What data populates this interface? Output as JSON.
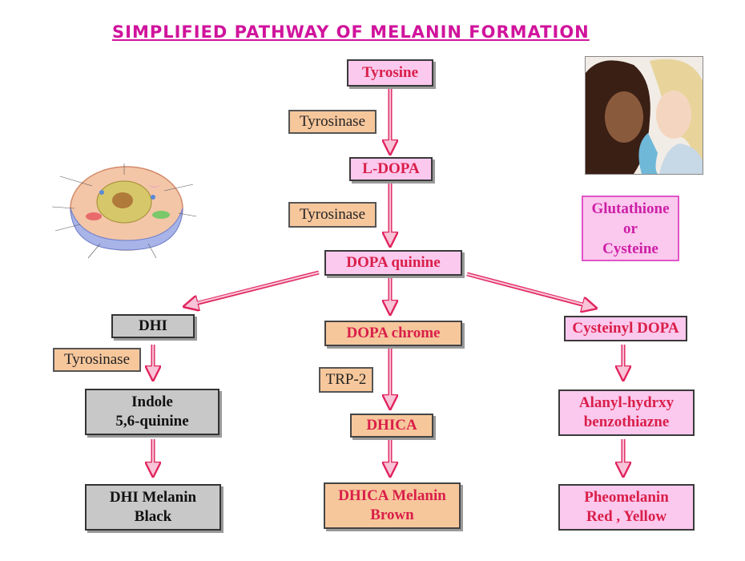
{
  "title": "SIMPLIFIED PATHWAY OF MELANIN FORMATION",
  "nodes": {
    "tyrosine": "Tyrosine",
    "ldopa": "L-DOPA",
    "dopa_quinine": "DOPA quinine",
    "dhi": "DHI",
    "indole": "Indole\n5,6-quinine",
    "dhi_melanin": "DHI Melanin\nBlack",
    "dopa_chrome": "DOPA chrome",
    "dhica": "DHICA",
    "dhica_melanin": "DHICA Melanin\nBrown",
    "cysteinyl_dopa": "Cysteinyl DOPA",
    "alanyl": "Alanyl-hydrxy\nbenzothiazne",
    "pheomelanin": "Pheomelanin\nRed , Yellow",
    "glutathione": "Glutathione\nor\nCysteine"
  },
  "enzymes": {
    "tyrosinase_1": "Tyrosinase",
    "tyrosinase_2": "Tyrosinase",
    "tyrosinase_3": "Tyrosinase",
    "trp2": "TRP-2"
  },
  "colors": {
    "title": "#d0139c",
    "arrow_fill": "#f9c4d7",
    "arrow_stroke": "#e0245e",
    "pink_box": "#fbc8ee",
    "tan_box": "#f7c79c",
    "gray_box": "#c8c8c8"
  }
}
